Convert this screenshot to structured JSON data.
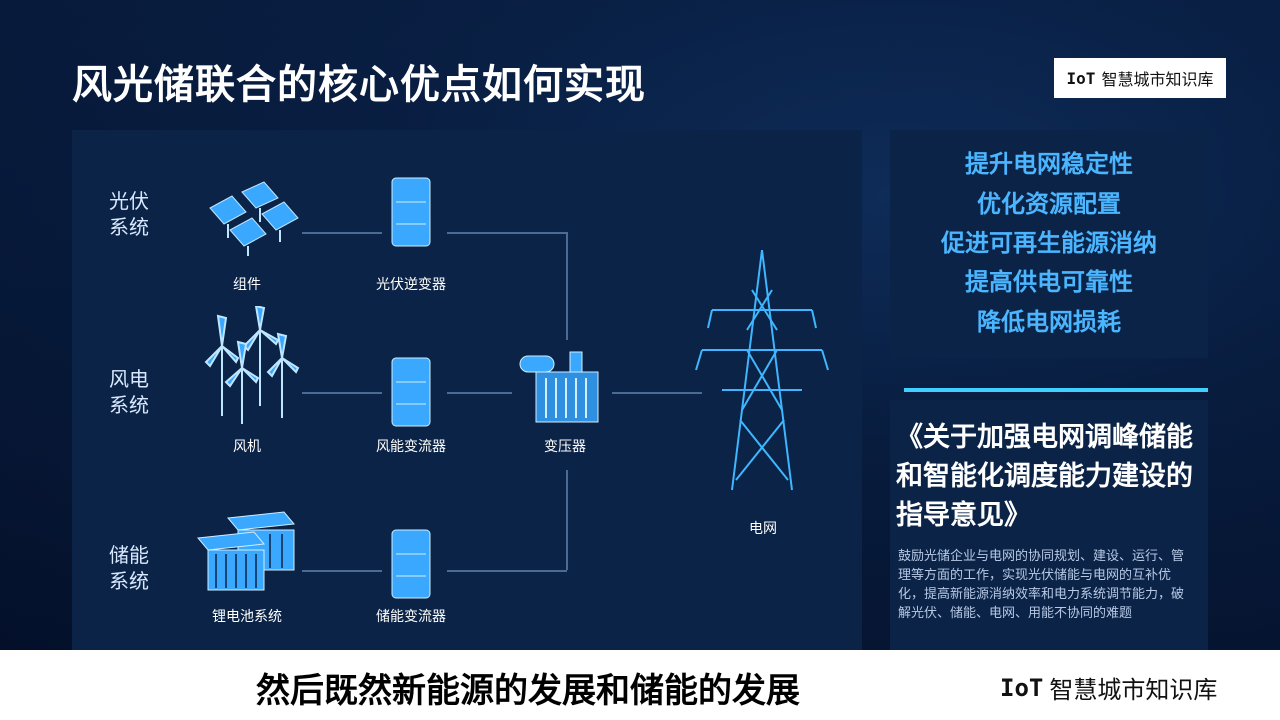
{
  "header": {
    "title": "风光储联合的核心优点如何实现",
    "badge_logo": "IoT",
    "badge_text": "智慧城市知识库"
  },
  "diagram": {
    "groups": [
      {
        "label": "光伏\n系统",
        "device": "组件",
        "converter": "光伏逆变器"
      },
      {
        "label": "风电\n系统",
        "device": "风机",
        "converter": "风能变流器"
      },
      {
        "label": "储能\n系统",
        "device": "锂电池系统",
        "converter": "储能变流器"
      }
    ],
    "transformer": "变压器",
    "grid": "电网"
  },
  "benefits": [
    "提升电网稳定性",
    "优化资源配置",
    "促进可再生能源消纳",
    "提高供电可靠性",
    "降低电网损耗"
  ],
  "policy": {
    "title": "《关于加强电网调峰储能和智能化调度能力建设的指导意见》",
    "body": "鼓励光储企业与电网的协同规划、建设、运行、管理等方面的工作，实现光伏储能与电网的互补优化，提高新能源消纳效率和电力系统调节能力，破解光伏、储能、电网、用能不协同的难题"
  },
  "subtitle": {
    "text": "然后既然新能源的发展和储能的发展",
    "watermark_logo": "IoT",
    "watermark_text": "智慧城市知识库"
  },
  "colors": {
    "background": "#071a3a",
    "panel": "#0a2346",
    "accent_blue": "#4bb6ff",
    "divider": "#3fd0ff"
  }
}
